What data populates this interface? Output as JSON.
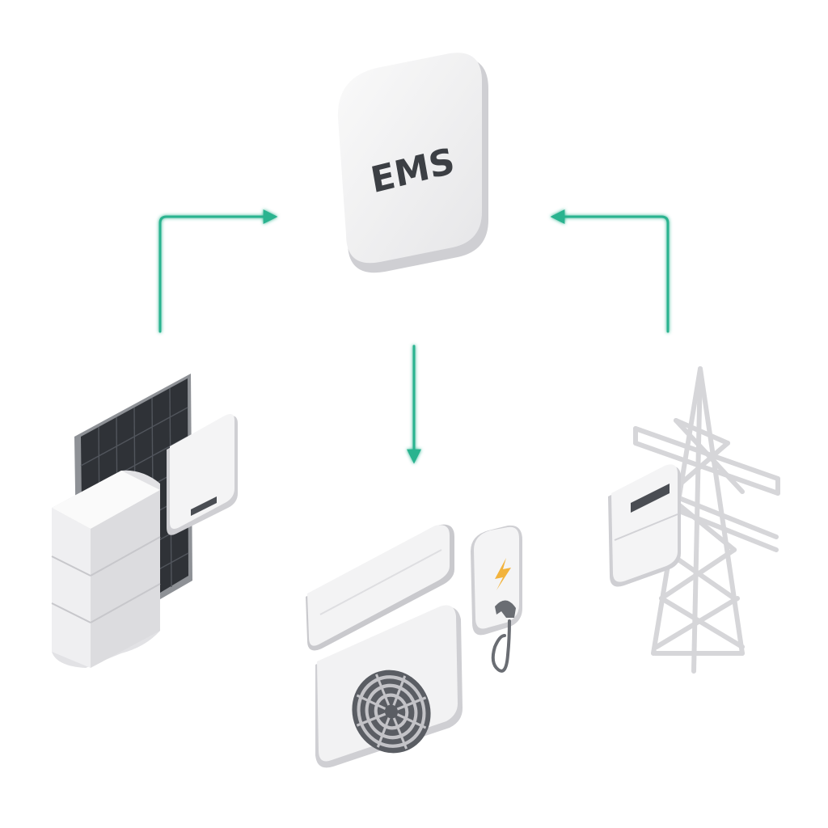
{
  "hub": {
    "label": "EMS",
    "icon": "ems-box-icon"
  },
  "colors": {
    "arrow": "#29b38f",
    "device_light": "#f3f3f4",
    "device_mid": "#dcdcde",
    "device_shadow": "#c4c4c8",
    "ems_text": "#3c3f44",
    "panel_dark": "#2f3237",
    "bolt": "#f2b33d"
  },
  "nodes": [
    {
      "name": "solar-storage-group",
      "icons": [
        "solar-panel-icon",
        "inverter-icon",
        "battery-stack-icon"
      ]
    },
    {
      "name": "loads-group",
      "icons": [
        "air-conditioner-icon",
        "heat-pump-icon",
        "ev-charger-icon"
      ]
    },
    {
      "name": "grid-group",
      "icons": [
        "power-tower-icon",
        "electricity-meter-icon"
      ]
    }
  ],
  "flows": [
    {
      "from": "solar-storage-group",
      "to": "hub"
    },
    {
      "from": "grid-group",
      "to": "hub"
    },
    {
      "from": "hub",
      "to": "loads-group"
    }
  ]
}
